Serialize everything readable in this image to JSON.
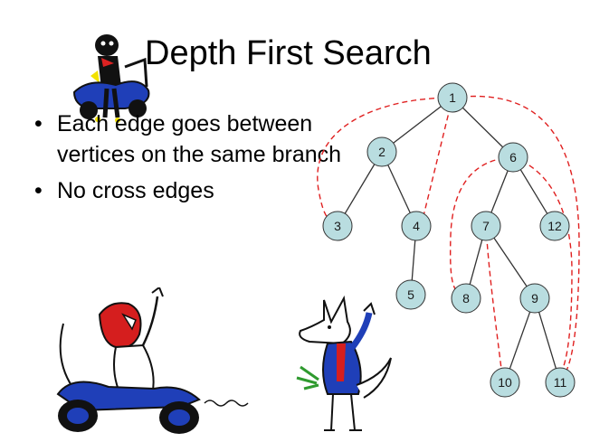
{
  "slide": {
    "title": "Depth First Search",
    "bullet_glyph": "•",
    "bullets": [
      "Each edge goes between vertices on the same branch",
      "No cross edges"
    ]
  },
  "graph": {
    "node_fill": "#b9dde0",
    "node_stroke": "#333333",
    "tree_edge_color": "#333333",
    "back_edge_color": "#e02020",
    "nodes": [
      {
        "id": "1",
        "label": "1"
      },
      {
        "id": "2",
        "label": "2"
      },
      {
        "id": "6",
        "label": "6"
      },
      {
        "id": "3",
        "label": "3"
      },
      {
        "id": "4",
        "label": "4"
      },
      {
        "id": "7",
        "label": "7"
      },
      {
        "id": "12",
        "label": "12"
      },
      {
        "id": "5",
        "label": "5"
      },
      {
        "id": "8",
        "label": "8"
      },
      {
        "id": "9",
        "label": "9"
      },
      {
        "id": "10",
        "label": "10"
      },
      {
        "id": "11",
        "label": "11"
      }
    ],
    "tree_edges": [
      [
        "1",
        "2"
      ],
      [
        "1",
        "6"
      ],
      [
        "2",
        "3"
      ],
      [
        "2",
        "4"
      ],
      [
        "4",
        "5"
      ],
      [
        "6",
        "7"
      ],
      [
        "6",
        "12"
      ],
      [
        "7",
        "8"
      ],
      [
        "7",
        "9"
      ],
      [
        "9",
        "10"
      ],
      [
        "9",
        "11"
      ]
    ],
    "back_edges": [
      [
        "1",
        "3"
      ],
      [
        "1",
        "4"
      ],
      [
        "1",
        "11"
      ],
      [
        "6",
        "8"
      ],
      [
        "6",
        "11"
      ],
      [
        "7",
        "10"
      ]
    ]
  },
  "decor": {
    "illustration_1": "cartoon-rider-on-scooter-icon",
    "illustration_2": "cartoon-biker-with-raised-hand-icon",
    "illustration_3": "cartoon-wolf-with-flowers-icon"
  }
}
